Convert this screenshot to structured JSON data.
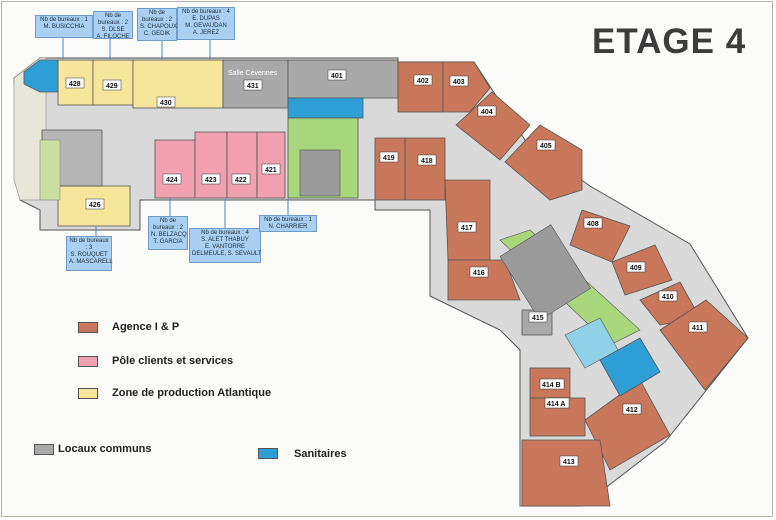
{
  "title": "ETAGE 4",
  "colors": {
    "agence": "#c8775a",
    "pole": "#f0a0b0",
    "atlantique": "#f5e69c",
    "communs": "#a9a9a9",
    "sanitaires": "#2e9fd6",
    "circulation": "#d5d5d5",
    "stairs": "#a8d67a"
  },
  "callouts": {
    "c428": {
      "title": "Nb de bureaux : 1",
      "names": [
        "M. BUSICCHIA"
      ]
    },
    "c429": {
      "title": "Nb de bureaux : 2",
      "names": [
        "S. DLSE",
        "A. FILOCHE"
      ]
    },
    "c430": {
      "title": "Nb de bureaux : 2",
      "names": [
        "S. CHAPOUX",
        "C. GEDIK"
      ]
    },
    "c431": {
      "title": "Nb de bureaux : 4",
      "names": [
        "E. DUPAS",
        "M. GEVAUDAN",
        "A. JEREZ"
      ]
    },
    "c426": {
      "title": "Nb de bureaux : 3",
      "names": [
        "S. ROUQUET",
        "A. MASCARELL"
      ]
    },
    "c424": {
      "title": "Nb de bureaux : 2",
      "names": [
        "N. BELZACQ",
        "T. GARCIA"
      ]
    },
    "c422": {
      "title": "Nb de bureaux : 4",
      "names": [
        "S. ALET THABUY",
        "E. VANTORRE",
        "DELMEULE, S. SEVAULT"
      ]
    },
    "c421": {
      "title": "Nb de bureaux : 1",
      "names": [
        "N. CHARRIER"
      ]
    }
  },
  "rooms": {
    "r428": "428",
    "r429": "429",
    "r430": "430",
    "r431": "431",
    "r401": "401",
    "r402": "402",
    "r403": "403",
    "r404": "404",
    "r405": "405",
    "r419": "419",
    "r418": "418",
    "r417": "417",
    "r416": "416",
    "r426": "426",
    "r424": "424",
    "r423": "423",
    "r422": "422",
    "r421": "421",
    "r415": "415",
    "r408": "408",
    "r409": "409",
    "r410": "410",
    "r411": "411",
    "r412": "412",
    "r414b": "414 B",
    "r414a": "414 A",
    "r413": "413"
  },
  "salle_label": "Salle Cévennes",
  "legend": {
    "agence": "Agence I & P",
    "pole": "Pôle clients et services",
    "atlantique": "Zone de production Atlantique",
    "communs": "Locaux communs",
    "sanitaires": "Sanitaires"
  }
}
